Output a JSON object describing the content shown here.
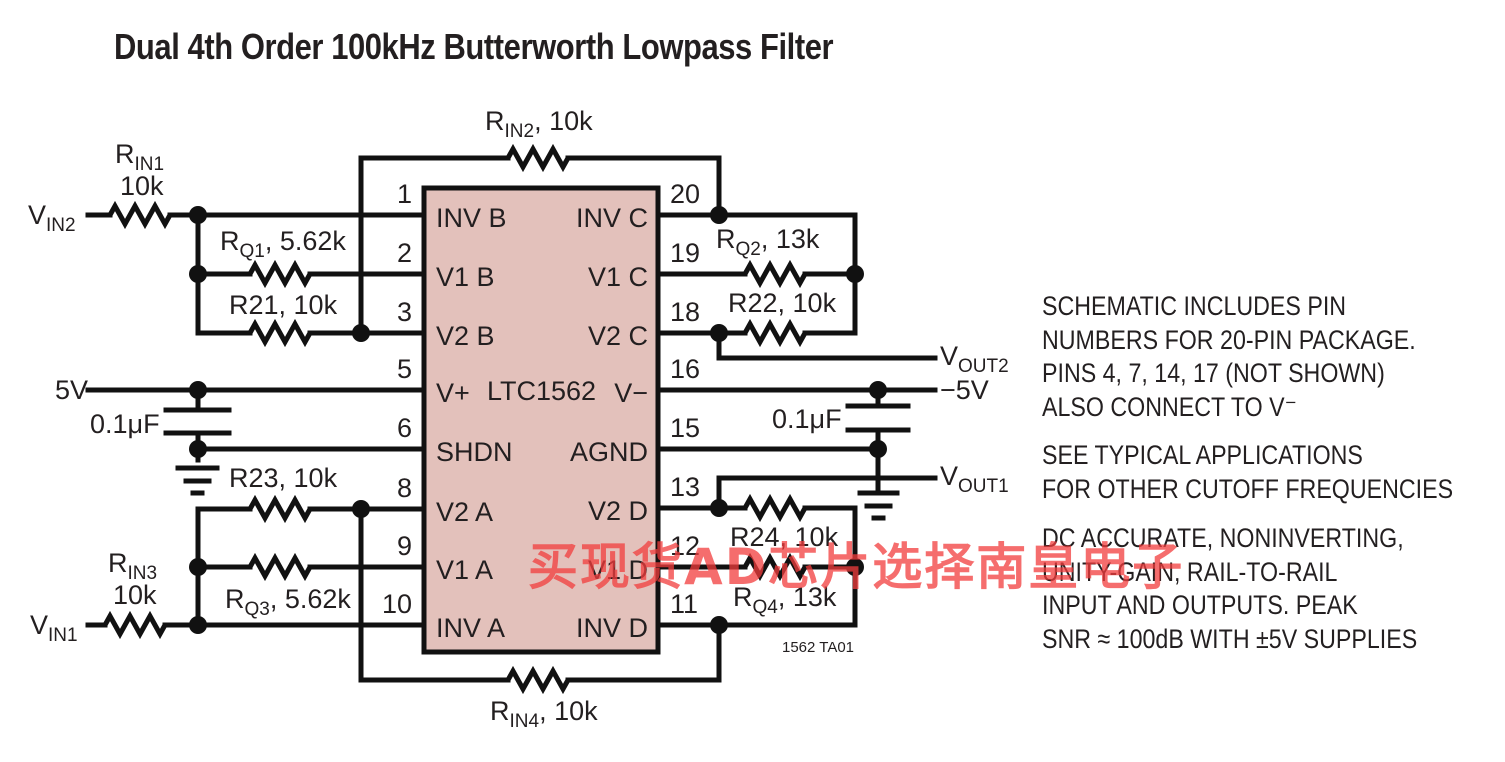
{
  "title": "Dual 4th Order 100kHz Butterworth Lowpass Filter",
  "chip": {
    "part": "LTC1562",
    "color": "#e3c1bb",
    "left_pins": [
      {
        "num": "1",
        "name": "INV B"
      },
      {
        "num": "2",
        "name": "V1 B"
      },
      {
        "num": "3",
        "name": "V2 B"
      },
      {
        "num": "5",
        "name": "V+"
      },
      {
        "num": "6",
        "name": "SHDN"
      },
      {
        "num": "8",
        "name": "V2 A"
      },
      {
        "num": "9",
        "name": "V1 A"
      },
      {
        "num": "10",
        "name": "INV A"
      }
    ],
    "right_pins": [
      {
        "num": "20",
        "name": "INV C"
      },
      {
        "num": "19",
        "name": "V1 C"
      },
      {
        "num": "18",
        "name": "V2 C"
      },
      {
        "num": "16",
        "name": "V−"
      },
      {
        "num": "15",
        "name": "AGND"
      },
      {
        "num": "13",
        "name": "V2 D"
      },
      {
        "num": "12",
        "name": "V1 D"
      },
      {
        "num": "11",
        "name": "INV D"
      }
    ]
  },
  "components": {
    "rin1": {
      "name": "R",
      "sub": "IN1",
      "value": "10k"
    },
    "rin2": {
      "name": "R",
      "sub": "IN2",
      "value": ", 10k"
    },
    "rin3": {
      "name": "R",
      "sub": "IN3",
      "value": "10k"
    },
    "rin4": {
      "name": "R",
      "sub": "IN4",
      "value": ", 10k"
    },
    "rq1": {
      "name": "R",
      "sub": "Q1",
      "value": ", 5.62k"
    },
    "rq2": {
      "name": "R",
      "sub": "Q2",
      "value": ", 13k"
    },
    "rq3": {
      "name": "R",
      "sub": "Q3",
      "value": ", 5.62k"
    },
    "rq4": {
      "name": "R",
      "sub": "Q4",
      "value": ", 13k"
    },
    "r21": "R21, 10k",
    "r22": "R22, 10k",
    "r23": "R23, 10k",
    "r24": "R24, 10k",
    "c1": "0.1μF",
    "c2": "0.1μF"
  },
  "nets": {
    "vin2": {
      "name": "V",
      "sub": "IN2"
    },
    "vin1": {
      "name": "V",
      "sub": "IN1"
    },
    "vout2": {
      "name": "V",
      "sub": "OUT2"
    },
    "vout1": {
      "name": "V",
      "sub": "OUT1"
    },
    "vpos": "5V",
    "vneg": "−5V"
  },
  "figure_ref": "1562 TA01",
  "notes": [
    [
      "SCHEMATIC INCLUDES PIN",
      "NUMBERS FOR 20-PIN PACKAGE.",
      "PINS 4, 7, 14, 17 (NOT SHOWN)",
      "ALSO CONNECT TO V⁻"
    ],
    [
      "SEE TYPICAL APPLICATIONS",
      "FOR OTHER CUTOFF FREQUENCIES"
    ],
    [
      "DC ACCURATE, NONINVERTING,",
      "UNITY-GAIN, RAIL-TO-RAIL",
      "INPUT AND OUTPUTS. PEAK",
      "SNR ≈ 100dB WITH ±5V SUPPLIES"
    ]
  ],
  "watermark": "买现货AD芯片选择南皇电子"
}
